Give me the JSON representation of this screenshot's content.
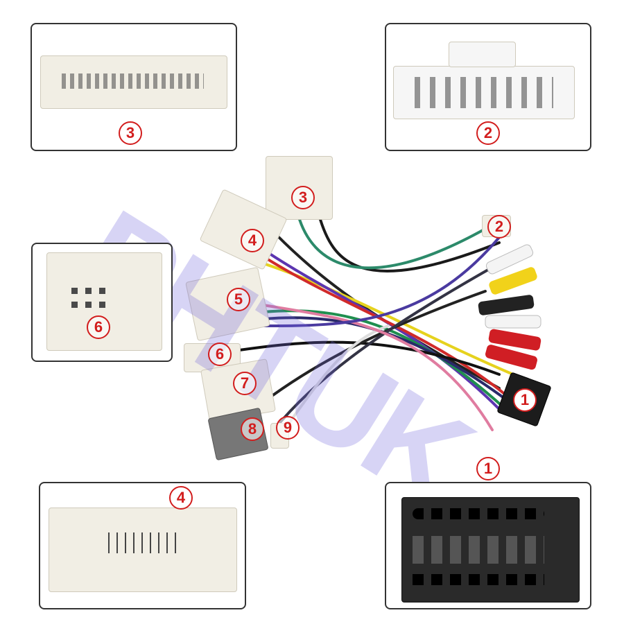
{
  "callouts": {
    "panel_top_left": "3",
    "panel_top_right": "2",
    "panel_mid_left": "6",
    "panel_bottom_left": "4",
    "panel_bottom_right": "1",
    "harness": [
      "3",
      "4",
      "2",
      "5",
      "6",
      "7",
      "8",
      "9",
      "1"
    ]
  },
  "watermark": "PHTUK",
  "colors": {
    "callout": "#d21d1d",
    "watermark": "#6e64dc"
  }
}
